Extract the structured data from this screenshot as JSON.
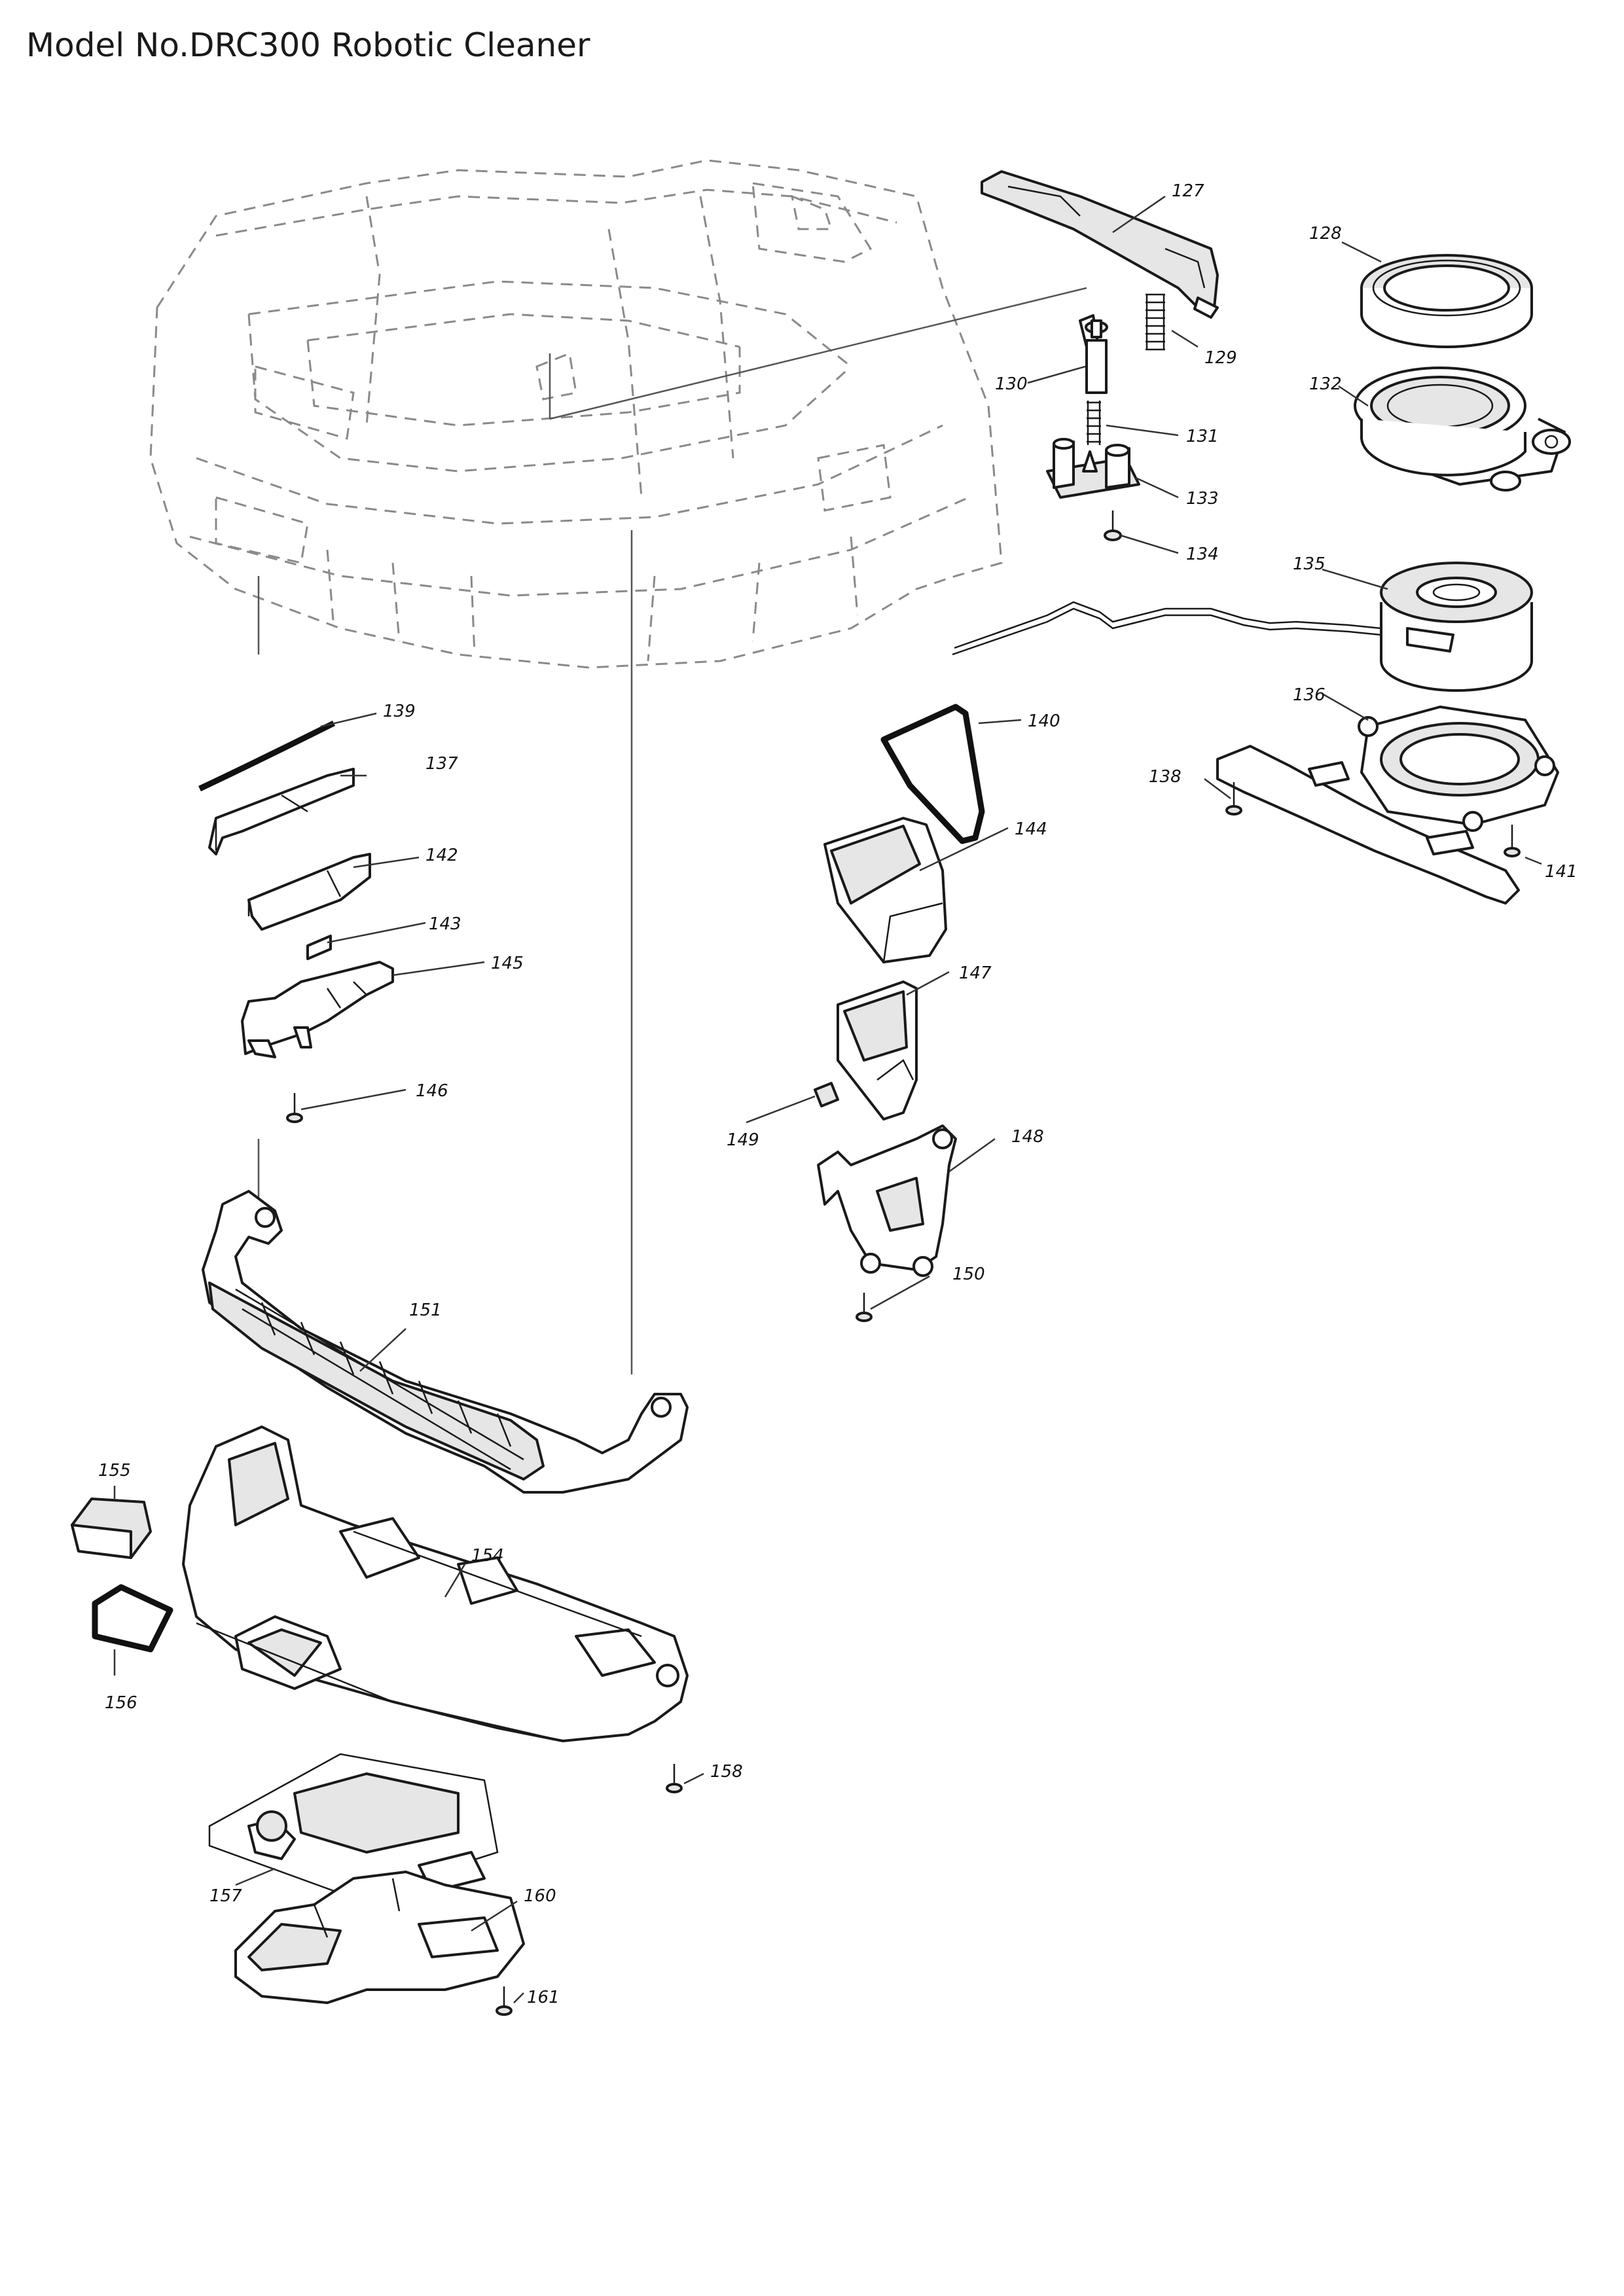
{
  "title": "Model No.DRC300 Robotic Cleaner",
  "parts": [
    {
      "id": "p127",
      "label": "127"
    },
    {
      "id": "p128",
      "label": "128"
    },
    {
      "id": "p129",
      "label": "129"
    },
    {
      "id": "p130",
      "label": "130"
    },
    {
      "id": "p131",
      "label": "131"
    },
    {
      "id": "p132",
      "label": "132"
    },
    {
      "id": "p133",
      "label": "133"
    },
    {
      "id": "p134",
      "label": "134"
    },
    {
      "id": "p135",
      "label": "135"
    },
    {
      "id": "p136",
      "label": "136"
    },
    {
      "id": "p137",
      "label": "137"
    },
    {
      "id": "p138",
      "label": "138"
    },
    {
      "id": "p139",
      "label": "139"
    },
    {
      "id": "p140",
      "label": "140"
    },
    {
      "id": "p141",
      "label": "141"
    },
    {
      "id": "p142",
      "label": "142"
    },
    {
      "id": "p143",
      "label": "143"
    },
    {
      "id": "p144",
      "label": "144"
    },
    {
      "id": "p145",
      "label": "145"
    },
    {
      "id": "p146",
      "label": "146"
    },
    {
      "id": "p147",
      "label": "147"
    },
    {
      "id": "p148",
      "label": "148"
    },
    {
      "id": "p149",
      "label": "149"
    },
    {
      "id": "p150",
      "label": "150"
    },
    {
      "id": "p151",
      "label": "151"
    },
    {
      "id": "p154",
      "label": "154"
    },
    {
      "id": "p155",
      "label": "155"
    },
    {
      "id": "p156",
      "label": "156"
    },
    {
      "id": "p157",
      "label": "157"
    },
    {
      "id": "p158",
      "label": "158"
    },
    {
      "id": "p160",
      "label": "160"
    },
    {
      "id": "p161",
      "label": "161"
    }
  ]
}
